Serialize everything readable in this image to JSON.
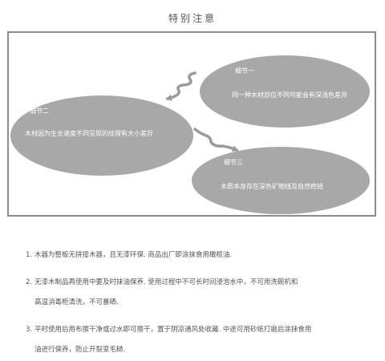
{
  "page": {
    "title": "特别注意"
  },
  "details": [
    {
      "label": "细节一",
      "text": "同一种木材部位不同可能会有深浅色差异"
    },
    {
      "label": "细节二",
      "text": "木材因为生长速度不同呈现的纹理有大小差异"
    },
    {
      "label": "细节三",
      "text": "木质本身存在深色矿物线及自然疤结"
    }
  ],
  "notes": [
    {
      "num": "1.",
      "lines": [
        "木器为整板无拼接木器，且无漆环保. 商品出厂即涂抹食用橄榄油."
      ]
    },
    {
      "num": "2.",
      "lines": [
        "无漆木制品再使用中要及时抹油保养. 使用过程中不可长时间浸泡水中，不可用洗碗机和",
        "高温消毒柜清洗，不可暴晒."
      ]
    },
    {
      "num": "3.",
      "lines": [
        "平时使用后用布擦干净或过水即可擦干，置于阴凉通风处收藏. 中途可用砂纸打磨后涂抹食用",
        "油进行保养，防止开裂变毛糙."
      ]
    }
  ],
  "colors": {
    "ellipse": "#a8a8a8",
    "frame": "#8c8c8c",
    "arrow": "#9a9a9a"
  },
  "icons": [
    "wavy-arrow-icon",
    "wavy-arrow-icon"
  ]
}
